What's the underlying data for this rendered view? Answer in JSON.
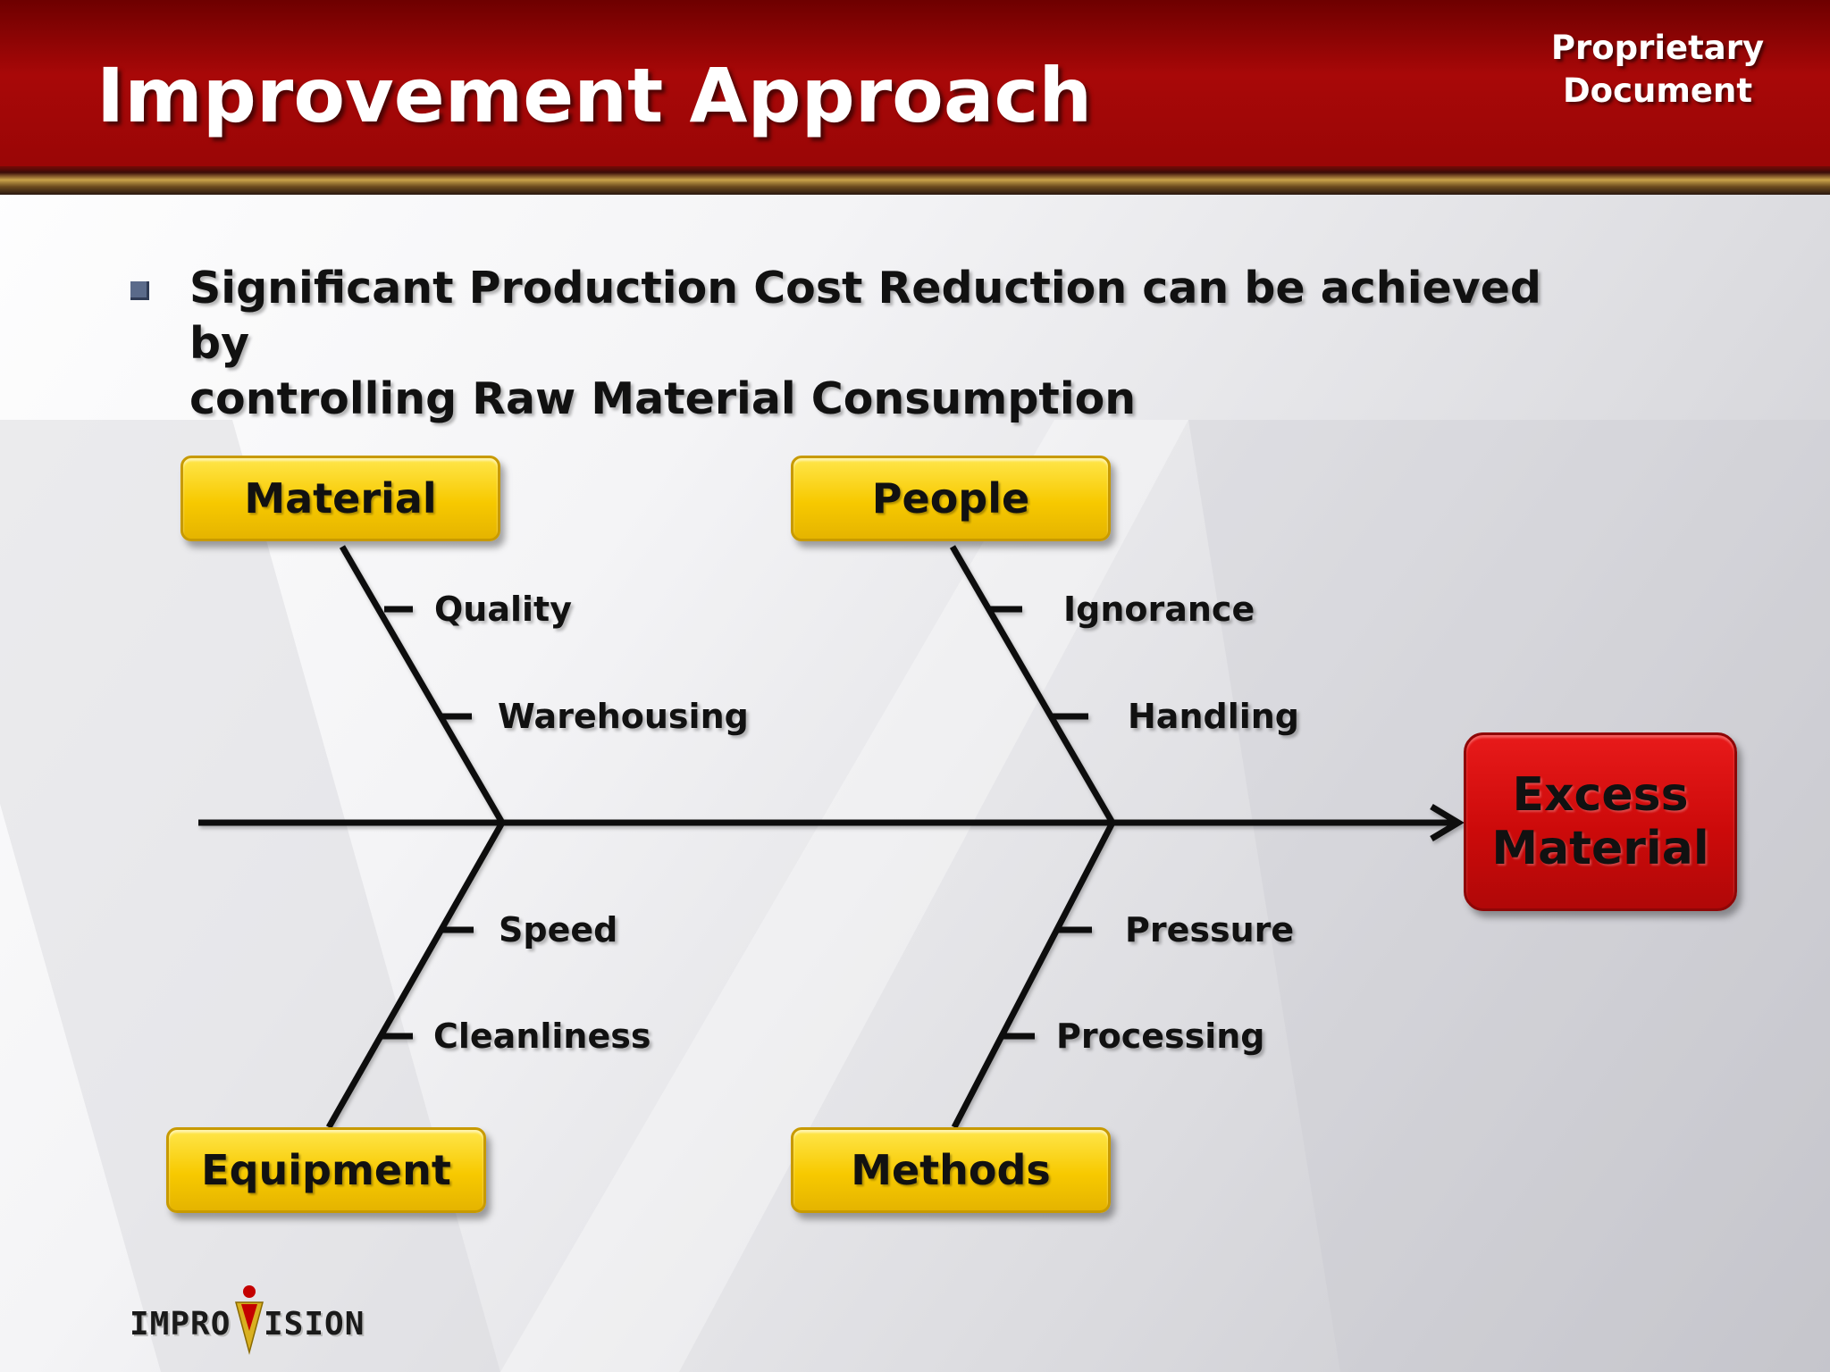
{
  "header": {
    "title": "Improvement Approach",
    "proprietary_line1": "Proprietary",
    "proprietary_line2": "Document"
  },
  "bullet": {
    "line1": "Significant Production Cost Reduction can be achieved by",
    "line2": "controlling Raw Material Consumption"
  },
  "fishbone": {
    "effect": {
      "line1": "Excess",
      "line2": "Material"
    },
    "categories": {
      "material": {
        "label": "Material",
        "causes": [
          "Quality",
          "Warehousing"
        ]
      },
      "people": {
        "label": "People",
        "causes": [
          "Ignorance",
          "Handling"
        ]
      },
      "equipment": {
        "label": "Equipment",
        "causes": [
          "Speed",
          "Cleanliness"
        ]
      },
      "methods": {
        "label": "Methods",
        "causes": [
          "Pressure",
          "Processing"
        ]
      }
    }
  },
  "logo": {
    "left": "IMPRO",
    "right": "ISION"
  },
  "colors": {
    "header_red": "#a80808",
    "category_yellow": "#f7c900",
    "effect_red": "#cc0a0a",
    "bullet_marker": "#5a6a8a"
  }
}
